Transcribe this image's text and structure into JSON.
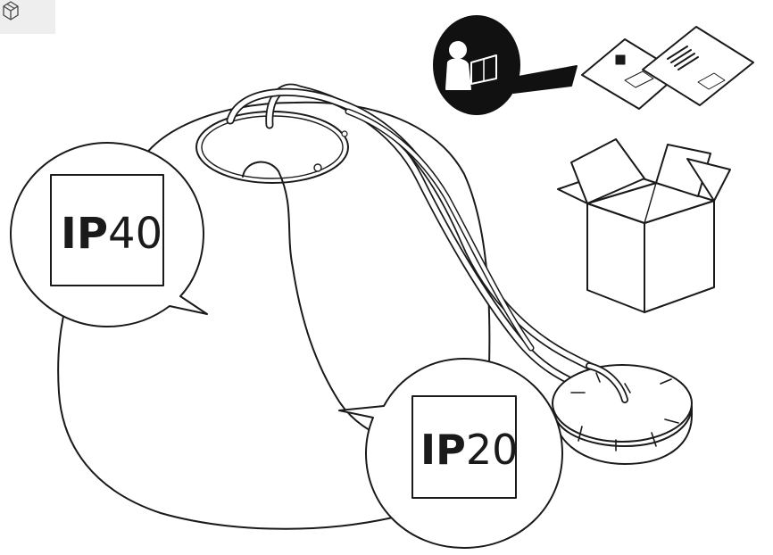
{
  "toolbar": {
    "view_3d_icon": "cube-icon"
  },
  "ratings": {
    "shade": {
      "prefix": "IP",
      "number": "40"
    },
    "base": {
      "prefix": "IP",
      "number": "20"
    }
  },
  "icons": {
    "manual": "read-manual-icon",
    "box": "open-box-icon"
  },
  "colors": {
    "line": "#1a1a1a",
    "fill": "#ffffff",
    "badge": "#111111",
    "corner_bg": "#eeeeee"
  }
}
